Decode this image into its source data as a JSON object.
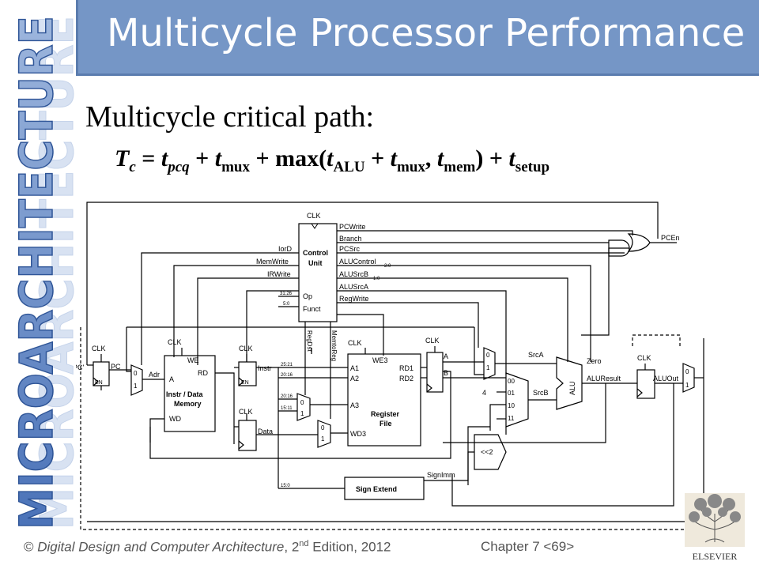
{
  "slide": {
    "title": "Multicycle Processor Performance",
    "side_title": "MICROARCHITECTURE",
    "subtitle": "Multicycle critical path:",
    "formula": {
      "T": "T",
      "c": "c",
      "eq": " = ",
      "t1": "t",
      "pcq": "pcq",
      "plus1": " + ",
      "t2": "t",
      "mux1": "mux",
      "plus2": " + max(",
      "t3": "t",
      "alu": "ALU",
      "plus3": " + ",
      "t4": "t",
      "mux2": "mux",
      "comma": ", ",
      "t5": "t",
      "mem": "mem",
      "close": ") + ",
      "t6": "t",
      "setup": "setup"
    },
    "footer": {
      "copyright": "© ",
      "book": "Digital Design and Computer Architecture",
      "comma": ", 2",
      "nd": "nd",
      "edition": " Edition, 2012",
      "chapter": "Chapter 7 <69>"
    },
    "logo_text": "ELSEVIER"
  },
  "diagram": {
    "clk": "CLK",
    "control_unit": "Control",
    "control_unit2": "Unit",
    "op": "Op",
    "funct": "Funct",
    "signals": {
      "pcwrite": "PCWrite",
      "branch": "Branch",
      "pcsrc": "PCSrc",
      "alucontrol": "ALUControl",
      "alucontrol_sub": "2:0",
      "alusrcb": "ALUSrcB",
      "alusrcb_sub": "1:0",
      "alusrca": "ALUSrcA",
      "regwrite": "RegWrite",
      "iord": "IorD",
      "memwrite": "MemWrite",
      "irwrite": "IRWrite",
      "regdst": "RegDst",
      "memtoreg": "MemtoReg",
      "pcen": "PCEn"
    },
    "bits": {
      "b3126": "31:26",
      "b50": "5:0",
      "b2521": "25:21",
      "b2016": "20:16",
      "b2016b": "20:16",
      "b1511": "15:11",
      "b150": "15:0"
    },
    "labels": {
      "pc_prime": "PC'",
      "pc": "PC",
      "en": "EN",
      "adr": "Adr",
      "a": "A",
      "rd": "RD",
      "we": "WE",
      "wd": "WD",
      "instr_data": "Instr / Data",
      "memory": "Memory",
      "instr": "Instr",
      "data": "Data",
      "a1": "A1",
      "a2": "A2",
      "a3": "A3",
      "we3": "WE3",
      "rd1": "RD1",
      "rd2": "RD2",
      "wd3": "WD3",
      "register": "Register",
      "file": "File",
      "reg_a": "A",
      "reg_b": "B",
      "srca": "SrcA",
      "srcb": "SrcB",
      "zero": "Zero",
      "alu": "ALU",
      "aluresult": "ALUResult",
      "aluout": "ALUOut",
      "four": "4",
      "shift": "<<2",
      "signimm": "SignImm",
      "sign_extend": "Sign Extend",
      "m0": "0",
      "m1": "1",
      "m00": "00",
      "m01": "01",
      "m10": "10",
      "m11": "11"
    }
  }
}
